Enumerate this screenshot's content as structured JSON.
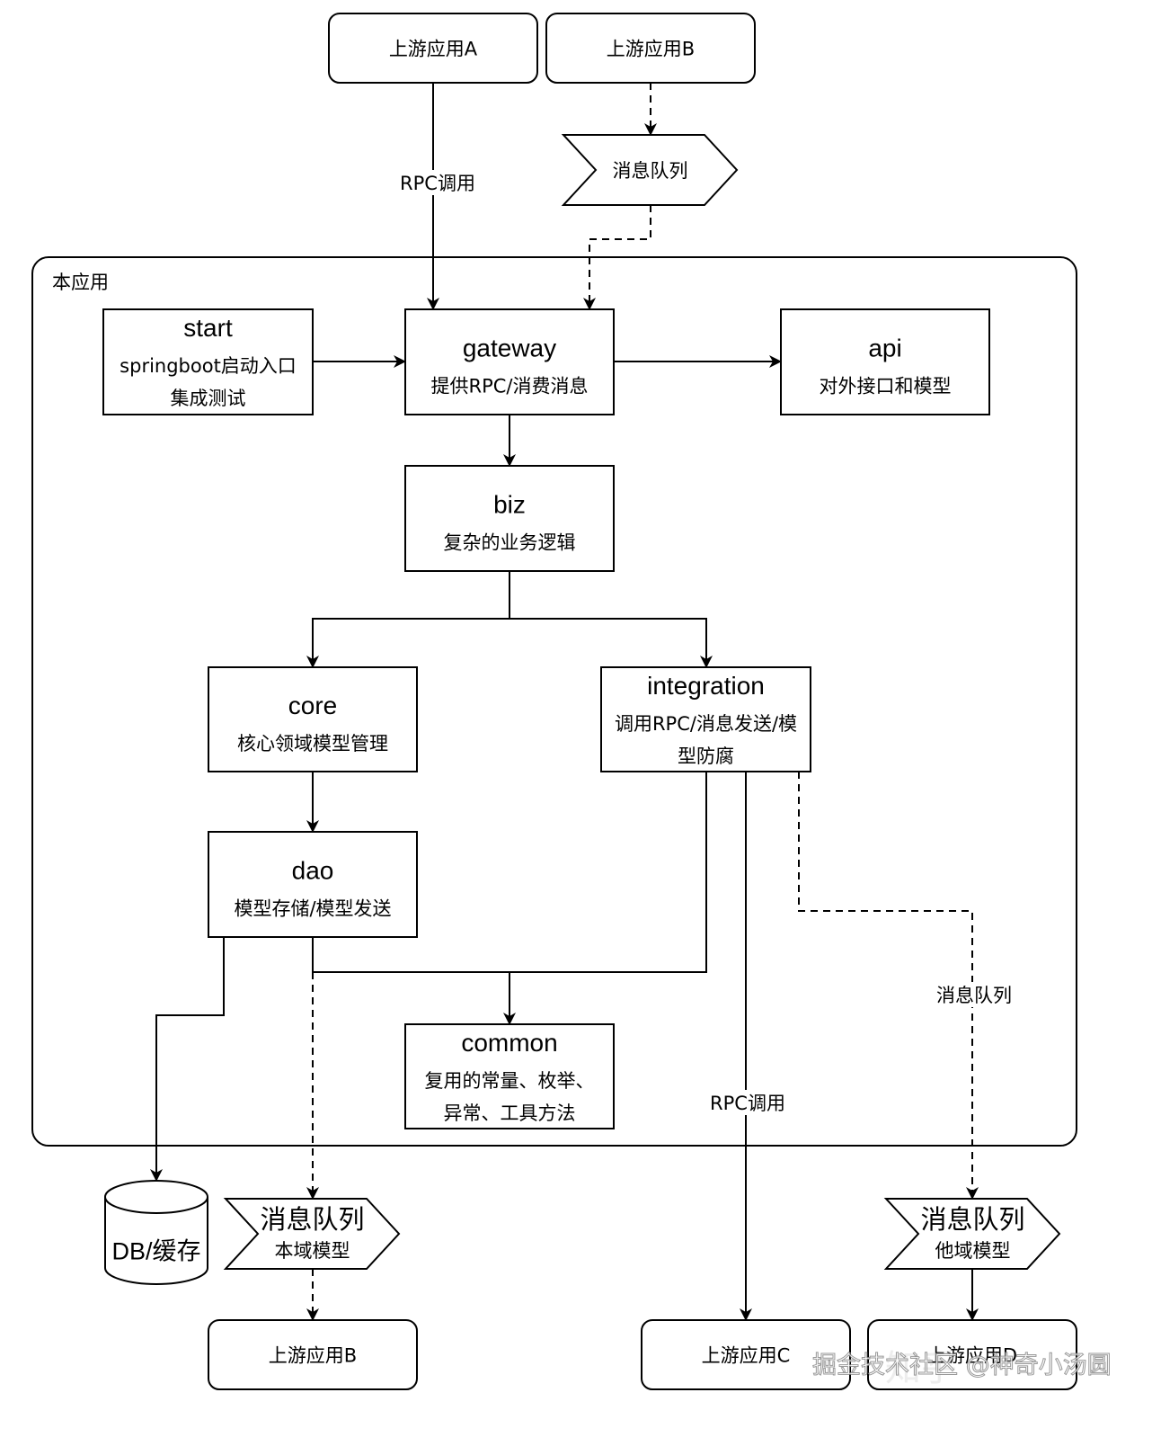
{
  "diagram": {
    "container": {
      "id": "this-app",
      "label": "本应用"
    },
    "nodes": [
      {
        "id": "upstream-a",
        "shape": "rounded",
        "label": "上游应用A"
      },
      {
        "id": "upstream-b-top",
        "shape": "rounded",
        "label": "上游应用B"
      },
      {
        "id": "mq-top",
        "shape": "step",
        "label": "消息队列"
      },
      {
        "id": "start",
        "shape": "rect",
        "title": "start",
        "lines": [
          "springboot启动入口",
          "集成测试"
        ]
      },
      {
        "id": "gateway",
        "shape": "rect",
        "title": "gateway",
        "lines": [
          "提供RPC/消费消息"
        ]
      },
      {
        "id": "api",
        "shape": "rect",
        "title": "api",
        "lines": [
          "对外接口和模型"
        ]
      },
      {
        "id": "biz",
        "shape": "rect",
        "title": "biz",
        "lines": [
          "复杂的业务逻辑"
        ]
      },
      {
        "id": "core",
        "shape": "rect",
        "title": "core",
        "lines": [
          "核心领域模型管理"
        ]
      },
      {
        "id": "integration",
        "shape": "rect",
        "title": "integration",
        "lines": [
          "调用RPC/消息发送/模",
          "型防腐"
        ]
      },
      {
        "id": "dao",
        "shape": "rect",
        "title": "dao",
        "lines": [
          "模型存储/模型发送"
        ]
      },
      {
        "id": "common",
        "shape": "rect",
        "title": "common",
        "lines": [
          "复用的常量、枚举、",
          "异常、工具方法"
        ]
      },
      {
        "id": "db",
        "shape": "cylinder",
        "label": "DB/缓存"
      },
      {
        "id": "mq-local",
        "shape": "step",
        "title": "消息队列",
        "lines": [
          "本域模型"
        ]
      },
      {
        "id": "mq-other",
        "shape": "step",
        "title": "消息队列",
        "lines": [
          "他域模型"
        ]
      },
      {
        "id": "upstream-b-bottom",
        "shape": "rounded",
        "label": "上游应用B"
      },
      {
        "id": "upstream-c",
        "shape": "rounded",
        "label": "上游应用C"
      },
      {
        "id": "upstream-d",
        "shape": "rounded",
        "label": "上游应用D"
      }
    ],
    "edges": [
      {
        "id": "a-to-gateway",
        "from": "upstream-a",
        "to": "gateway",
        "style": "solid",
        "label": "RPC调用"
      },
      {
        "id": "b-to-mq",
        "from": "upstream-b-top",
        "to": "mq-top",
        "style": "dashed",
        "label": ""
      },
      {
        "id": "mq-to-gateway",
        "from": "mq-top",
        "to": "gateway",
        "style": "dashed",
        "label": ""
      },
      {
        "id": "start-to-gateway",
        "from": "start",
        "to": "gateway",
        "style": "solid",
        "label": ""
      },
      {
        "id": "gateway-to-api",
        "from": "gateway",
        "to": "api",
        "style": "solid",
        "label": ""
      },
      {
        "id": "gateway-to-biz",
        "from": "gateway",
        "to": "biz",
        "style": "solid",
        "label": ""
      },
      {
        "id": "biz-to-core",
        "from": "biz",
        "to": "core",
        "style": "solid",
        "label": ""
      },
      {
        "id": "biz-to-integration",
        "from": "biz",
        "to": "integration",
        "style": "solid",
        "label": ""
      },
      {
        "id": "core-to-dao",
        "from": "core",
        "to": "dao",
        "style": "solid",
        "label": ""
      },
      {
        "id": "dao-to-common",
        "from": "dao",
        "to": "common",
        "style": "solid",
        "label": ""
      },
      {
        "id": "integration-to-common",
        "from": "integration",
        "to": "common",
        "style": "solid",
        "label": ""
      },
      {
        "id": "dao-to-db",
        "from": "dao",
        "to": "db",
        "style": "solid",
        "label": ""
      },
      {
        "id": "dao-to-mq-local",
        "from": "dao",
        "to": "mq-local",
        "style": "dashed",
        "label": ""
      },
      {
        "id": "mq-local-to-b",
        "from": "mq-local",
        "to": "upstream-b-bottom",
        "style": "dashed",
        "label": ""
      },
      {
        "id": "integration-to-c",
        "from": "integration",
        "to": "upstream-c",
        "style": "solid",
        "label": "RPC调用"
      },
      {
        "id": "integration-to-mq-other",
        "from": "integration",
        "to": "mq-other",
        "style": "dashed",
        "label": "消息队列"
      },
      {
        "id": "mq-other-to-d",
        "from": "mq-other",
        "to": "upstream-d",
        "style": "solid",
        "label": ""
      }
    ]
  },
  "watermark": {
    "text": "掘金技术社区 @神奇小汤圆",
    "faint": "知乎"
  }
}
